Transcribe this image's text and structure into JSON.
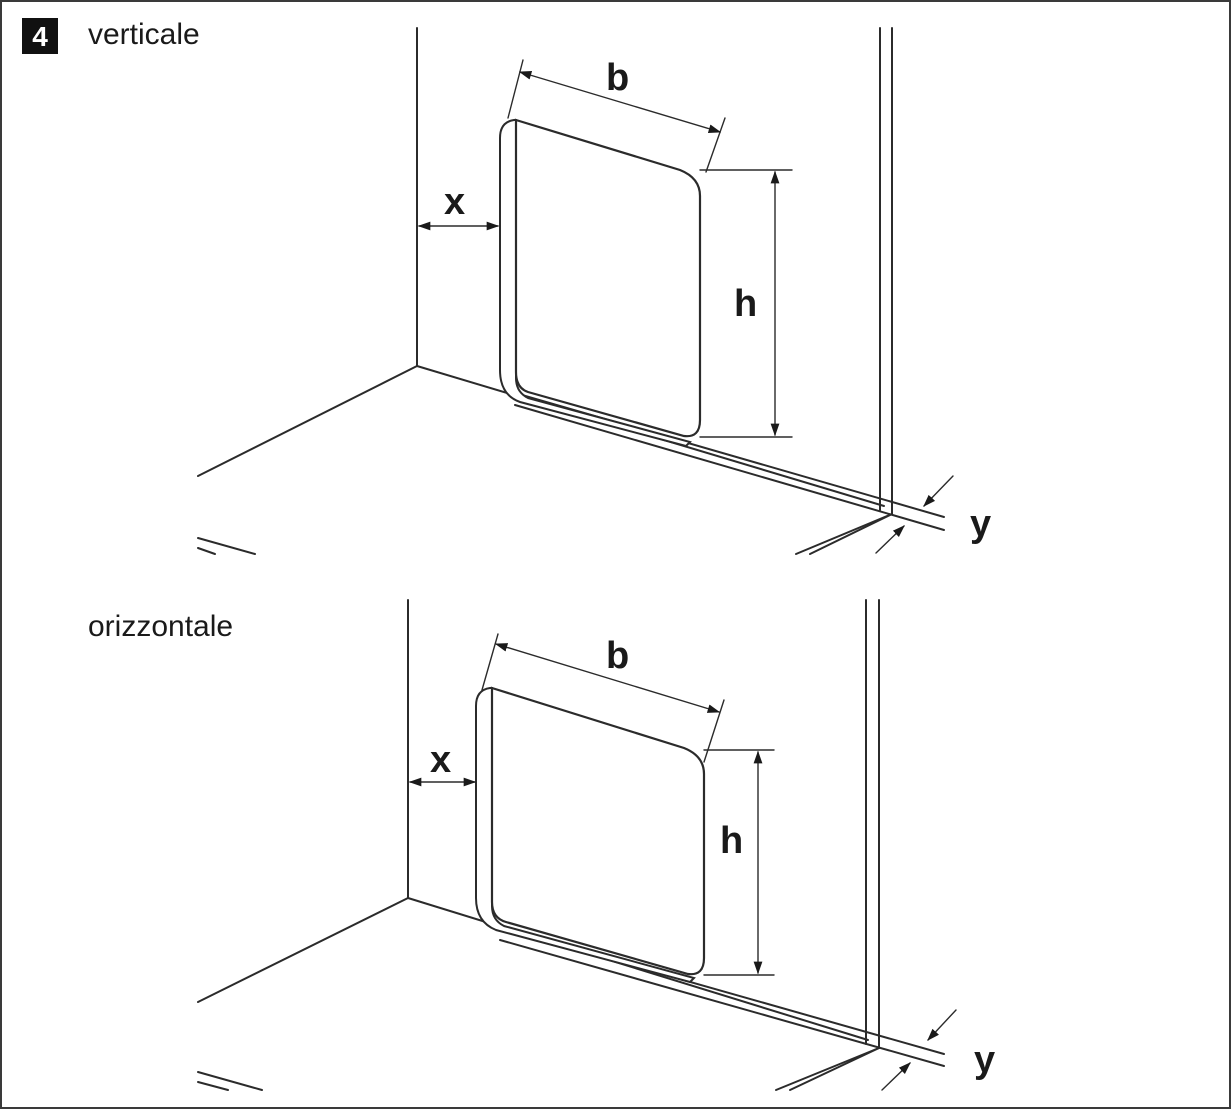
{
  "figure": {
    "number": "4"
  },
  "views": [
    {
      "id": "vertical",
      "caption": "verticale",
      "labels": {
        "x": "x",
        "b": "b",
        "h": "h",
        "y": "y"
      }
    },
    {
      "id": "horizontal",
      "caption": "orizzontale",
      "labels": {
        "x": "x",
        "b": "b",
        "h": "h",
        "y": "y"
      }
    }
  ]
}
